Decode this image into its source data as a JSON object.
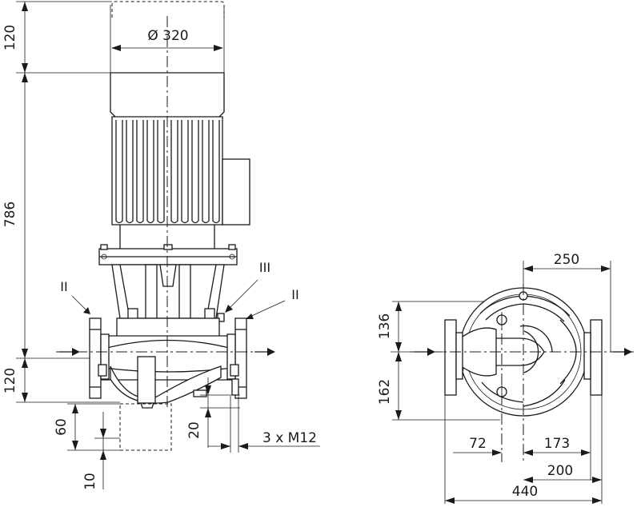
{
  "drawing_title": "",
  "side_view": {
    "motor_diameter": "Ø 320",
    "height_top_clearance": "120",
    "height_motor_to_flange": "786",
    "height_flange_to_base": "120",
    "base_clearance": "60",
    "base_offset": "10",
    "foot_height": "20",
    "bolt_spec": "3 x M12",
    "marker_inlet_flange": "II",
    "marker_outlet_flange": "II",
    "marker_vent": "III"
  },
  "top_view": {
    "dim_right_offset": "250",
    "dim_upper_half": "136",
    "dim_lower_half": "162",
    "dim_left_hole": "72",
    "dim_right_hole": "173",
    "dim_flange_half": "200",
    "dim_total_width": "440"
  }
}
